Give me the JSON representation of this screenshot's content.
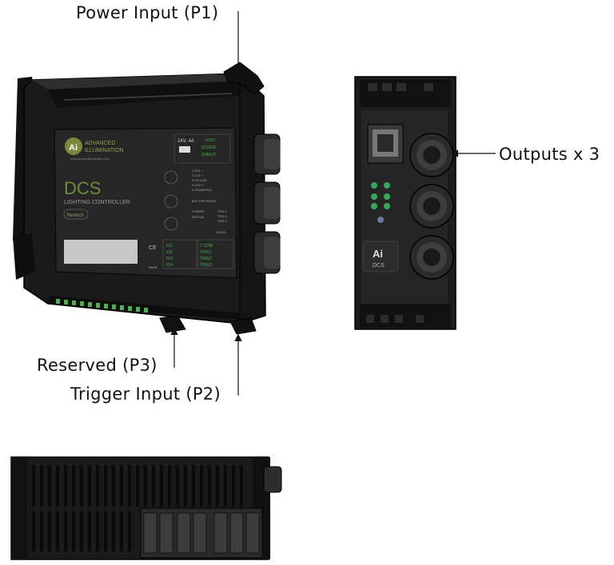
{
  "callouts": {
    "power_input": "Power Input (P1)",
    "reserved": "Reserved (P3)",
    "trigger_input": "Trigger Input (P2)",
    "outputs": "Outputs x 3"
  },
  "front_panel": {
    "brand_line1": "ADVANCED",
    "brand_line2": "ILLUMINATION",
    "website": "www.advancedillumination.com",
    "logo_mark": "Ai",
    "model": "DCS",
    "subtitle": "LIGHTING CONTROLLER",
    "flex_badge": "flextech",
    "power_rating": "24V, 4A",
    "power_pins": [
      "+VDC",
      "DCGND",
      "SHIELD"
    ],
    "output_pins": [
      "1 CH1 +",
      "2 CH2 +",
      "3 CH COM",
      "4 CH3 +",
      "5 SIGNATECH"
    ],
    "button_reset": "BUTTON RESET",
    "status_power": "POWER",
    "status_status": "STATUS",
    "trig_leds": [
      "TRIG 1",
      "TRIG 2",
      "TRIG 3"
    ],
    "eth_speed": "10/100",
    "io_labels": [
      "IO1",
      "IO2",
      "IO3",
      "IO4"
    ],
    "trig_labels": [
      "T COM",
      "TRIG1",
      "TRIG2",
      "TRIG3"
    ],
    "ce_mark": "CE",
    "rohs": "RoHS"
  },
  "side_view": {
    "logo_mark": "Ai",
    "model": "DCS"
  },
  "colors": {
    "housing": "#1c1c1c",
    "panel": "#2a2a2a",
    "accent_green": "#4caf50",
    "brand_green": "#7a8a3a",
    "label_area": "#c8c8c8"
  }
}
